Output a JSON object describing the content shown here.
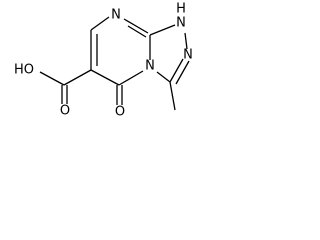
{
  "molecule": {
    "atoms": {
      "n1": "N",
      "n1h": "H",
      "n8": "N",
      "n4": "N",
      "n2": "N",
      "o_oxo": "O",
      "o_carbonyl": "O",
      "hydroxyl": "HO"
    }
  }
}
